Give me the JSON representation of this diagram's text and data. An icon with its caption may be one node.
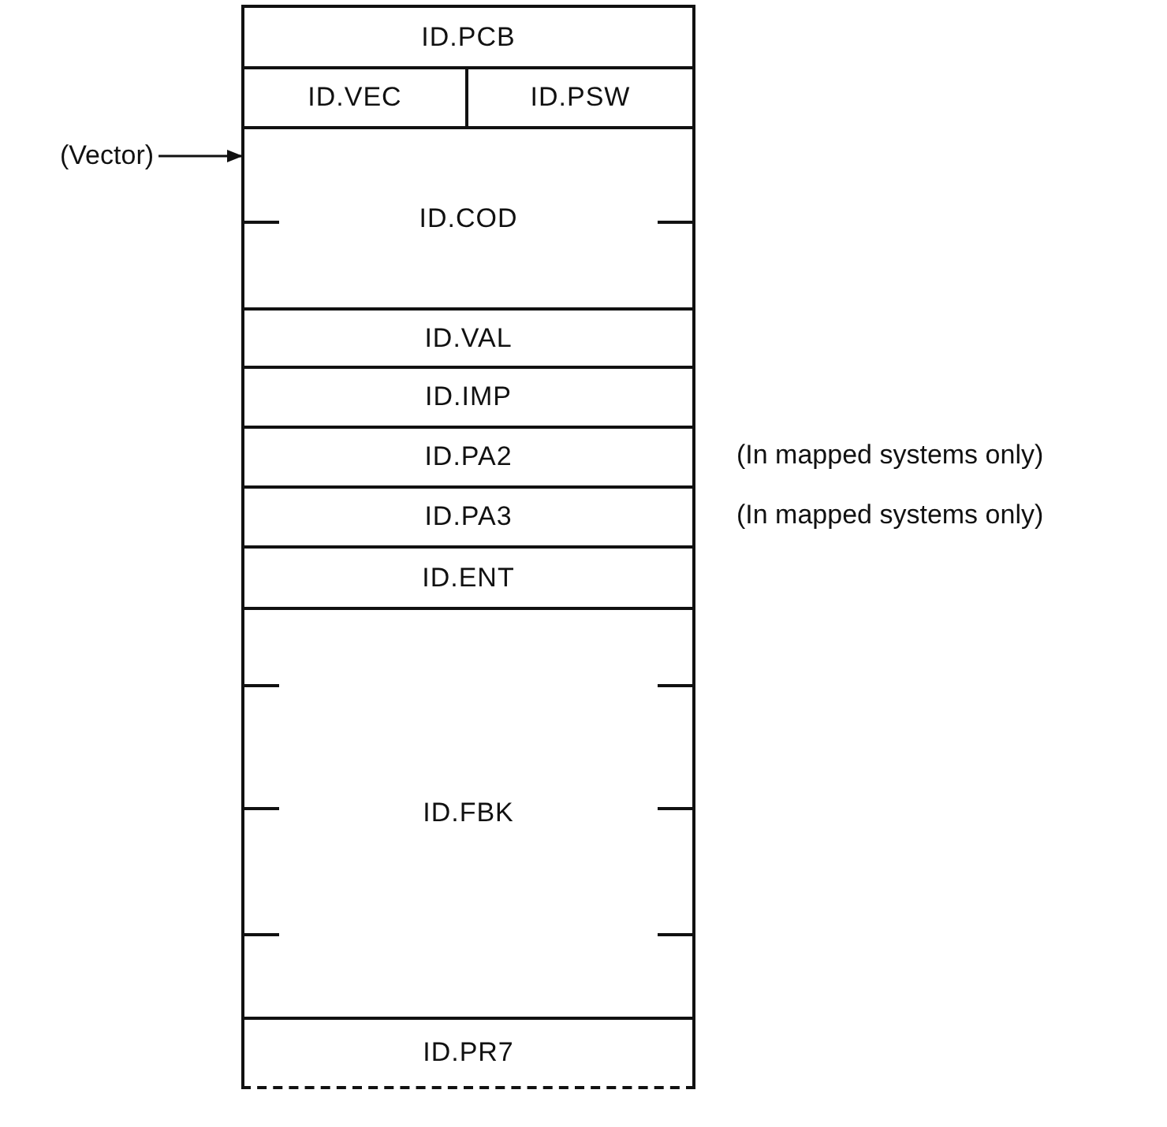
{
  "diagram": {
    "nodes": [
      {
        "text": [
          "ID.PCB"
        ]
      },
      {
        "text": [
          "ID.VEC"
        ]
      },
      {
        "text": [
          "ID.PSW"
        ]
      },
      {
        "text": [
          "(Vector)"
        ]
      },
      {
        "text": [
          "ID.COD"
        ]
      },
      {
        "text": [
          "ID.VAL"
        ]
      },
      {
        "text": [
          "ID.IMP"
        ]
      },
      {
        "text": [
          "ID.PA2"
        ],
        "beside": [
          "(In mapped systems only)"
        ]
      },
      {
        "text": [
          "ID.PA3"
        ],
        "beside": [
          "(In mapped systems only)"
        ]
      },
      {
        "text": [
          "ID.ENT"
        ]
      },
      {
        "text": [
          "ID.FBK"
        ]
      },
      {
        "text": [
          "ID.PR7"
        ]
      }
    ],
    "edges": [
      {
        "from": 3,
        "to": 4,
        "arrow": "to"
      }
    ]
  }
}
